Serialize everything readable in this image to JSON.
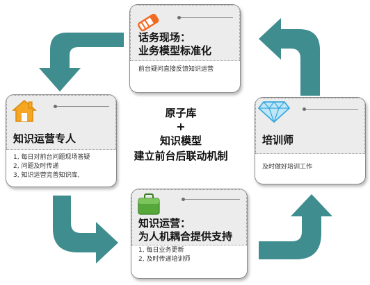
{
  "center": {
    "line1": "原子库",
    "plus": "+",
    "line2": "知识模型",
    "line3": "建立前台后联动机制"
  },
  "top_card": {
    "title_line1": "话务现场：",
    "title_line2": "业务模型标准化",
    "body": [
      "前台疑问直接反馈知识运营"
    ],
    "icon": "pencil-icon"
  },
  "left_card": {
    "title": "知识运营专人",
    "body": [
      "1, 每日对前台问题现场答疑",
      "2, 问题及时传递",
      "3, 知识运营完善知识库,"
    ],
    "icon": "house-icon"
  },
  "right_card": {
    "title": "培训师",
    "body": [
      "及时做好培训工作"
    ],
    "icon": "diamond-icon"
  },
  "bottom_card": {
    "title_line1": "知识运营：",
    "title_line2": "为人机耦合提供支持",
    "body": [
      "1, 每日业务更新",
      "2, 及时传递培训师"
    ],
    "icon": "briefcase-icon"
  },
  "colors": {
    "arrow": "#3f8d8f",
    "pencil": "#f26a22",
    "house": "#f5a623",
    "diamond": "#39a9e0",
    "briefcase": "#56a83a"
  }
}
